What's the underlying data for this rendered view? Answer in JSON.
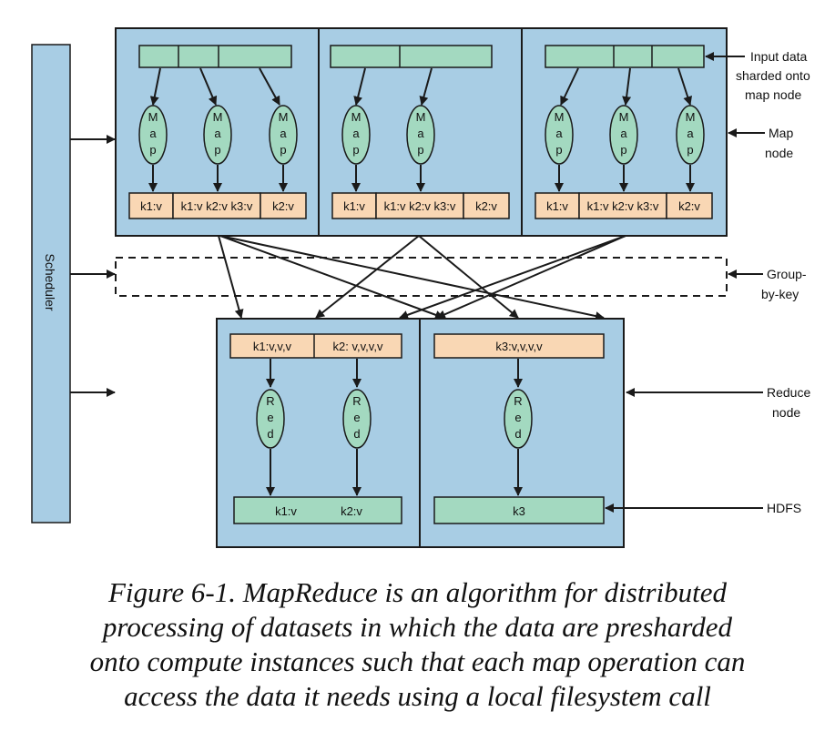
{
  "scheduler": {
    "label": "Scheduler"
  },
  "labels": {
    "input_data": [
      "Input data",
      "sharded onto",
      "map node"
    ],
    "map_node": [
      "Map",
      "node"
    ],
    "group_by_key": [
      "Group-",
      "by-key"
    ],
    "reduce_node": [
      "Reduce",
      "node"
    ],
    "hdfs": "HDFS"
  },
  "map_nodes": [
    {
      "outputs": [
        "k1:v",
        "k1:v k2:v k3:v",
        "k2:v"
      ],
      "ellipse_text": "Map"
    },
    {
      "outputs": [
        "k1:v",
        "k1:v k2:v k3:v",
        "k2:v"
      ],
      "ellipse_text": "Map"
    },
    {
      "outputs": [
        "k1:v",
        "k1:v k2:v k3:v",
        "k2:v"
      ],
      "ellipse_text": "Map"
    }
  ],
  "reduce_nodes": [
    {
      "inputs": [
        "k1:v,v,v",
        "k2: v,v,v,v"
      ],
      "ellipse_text": "Red",
      "output": [
        "k1:v",
        "k2:v"
      ]
    },
    {
      "inputs": [
        "k3:v,v,v,v"
      ],
      "ellipse_text": "Red",
      "output": [
        "k3"
      ]
    }
  ],
  "caption": {
    "figure": "Figure 6-1.",
    "lines": [
      "Figure 6-1. MapReduce is an algorithm for distributed",
      "processing of datasets in which the data are presharded",
      "onto compute instances such that each map operation can",
      "access the data it needs using a local filesystem call"
    ]
  },
  "colors": {
    "node_fill": "#a8cde4",
    "green": "#a3d9c0",
    "orange": "#f9d7b4",
    "stroke": "#1a1a1a"
  }
}
